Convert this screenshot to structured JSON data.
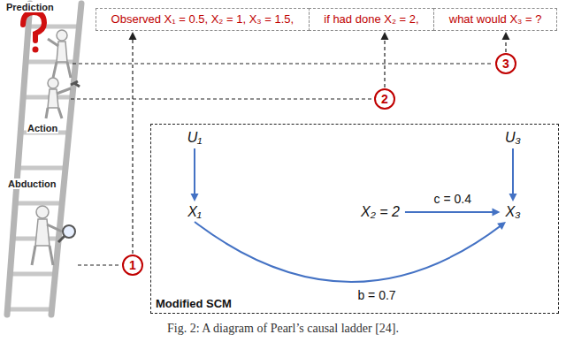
{
  "diagram": {
    "caption": "Fig. 2: A diagram of Pearl’s causal ladder [24].",
    "nodes": [
      {
        "text": [
          "Observed X₁ = 0.5, X₂ = 1, X₃ = 1.5,"
        ]
      },
      {
        "text": [
          "if had done X₂ = 2,"
        ]
      },
      {
        "text": [
          "what would X₃ = ?"
        ]
      },
      {
        "text": [
          "3"
        ]
      },
      {
        "text": [
          "2"
        ]
      },
      {
        "text": [
          "Modified SCM"
        ]
      },
      {
        "text": [
          "U₁"
        ],
        "in": 5
      },
      {
        "text": [
          "U₃"
        ],
        "in": 5
      },
      {
        "text": [
          "X₁"
        ],
        "in": 5
      },
      {
        "text": [
          "X₂ = 2"
        ],
        "in": 5
      },
      {
        "text": [
          "X₃"
        ],
        "in": 5
      },
      {
        "text": [
          "1"
        ]
      }
    ],
    "edges": [
      {
        "from": 11,
        "to": 0,
        "arrow": "to"
      },
      {
        "from": 4,
        "to": 1,
        "arrow": "to"
      },
      {
        "from": 3,
        "to": 2,
        "arrow": "to"
      },
      {
        "from": 6,
        "to": 8,
        "arrow": "to"
      },
      {
        "from": 7,
        "to": 10,
        "arrow": "to"
      },
      {
        "from": 9,
        "to": 10,
        "label": "c = 0.4",
        "arrow": "to"
      },
      {
        "from": 8,
        "to": 10,
        "label": "b = 0.7",
        "arrow": "to"
      }
    ],
    "labels": [
      "Prediction",
      "Action",
      "Abduction"
    ]
  }
}
